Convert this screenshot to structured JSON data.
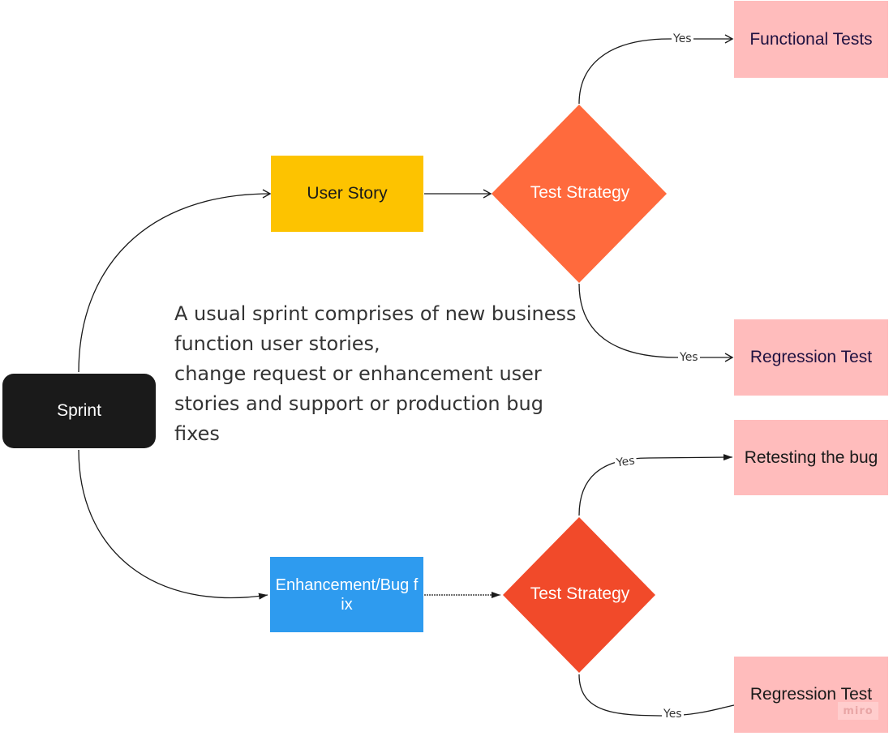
{
  "nodes": {
    "sprint": "Sprint",
    "user_story": "User Story",
    "enhancement": "Enhancement/Bug fix",
    "test_strategy_top": "Test Strategy",
    "test_strategy_bottom": "Test Strategy",
    "functional_tests": "Functional Tests",
    "regression_test_top": "Regression Test",
    "retesting_bug": "Retesting the bug",
    "regression_test_bottom": "Regression Test"
  },
  "note": "A usual sprint comprises of new business function user stories,\nchange request or enhancement user stories and support or production bug fixes",
  "edge_labels": {
    "yes_1": "Yes",
    "yes_2": "Yes",
    "yes_3": "Yes",
    "yes_4": "Yes"
  },
  "watermark": "miro",
  "colors": {
    "sprint": "#1a1a1a",
    "user_story": "#fdc300",
    "enhancement": "#2e9bef",
    "diamond_top": "#ff6a3d",
    "diamond_bottom": "#f14a2a",
    "outcome": "#ffbcbc"
  }
}
